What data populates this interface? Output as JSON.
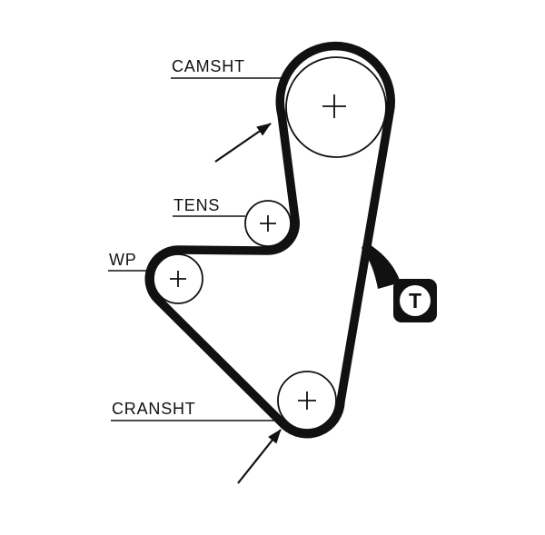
{
  "diagram": {
    "type": "timing-belt-routing",
    "colors": {
      "line": "#111111",
      "background": "#ffffff"
    },
    "labels": {
      "camshaft": "CAMSHT",
      "tensioner": "TENS",
      "water_pump": "WP",
      "crankshaft": "CRANSHT",
      "tension_marker": "T"
    }
  }
}
